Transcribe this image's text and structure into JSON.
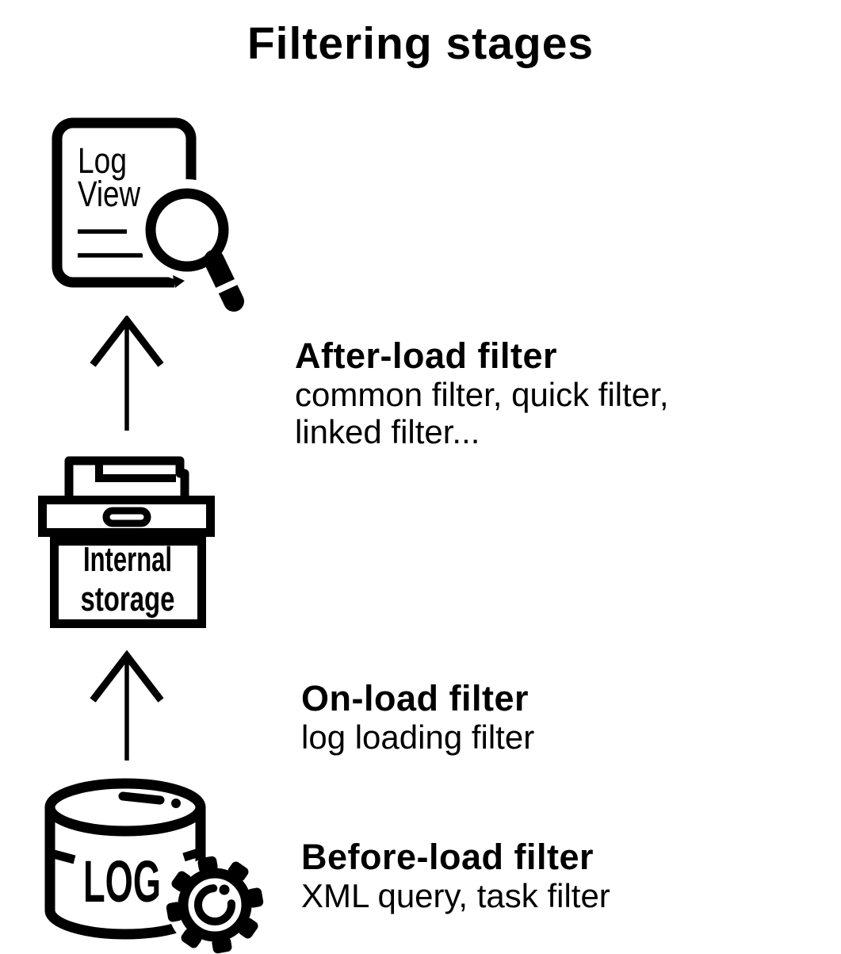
{
  "title": "Filtering stages",
  "flow": {
    "top_icon": {
      "name": "log-view-document",
      "line1": "Log",
      "line2": "View"
    },
    "middle_icon": {
      "name": "internal-storage-box",
      "line1": "Internal",
      "line2": "storage"
    },
    "bottom_icon": {
      "name": "log-database-with-gear",
      "label": "LOG"
    }
  },
  "stages": [
    {
      "id": "after-load",
      "heading": "After-load filter",
      "details": [
        "common filter, quick filter,",
        "linked filter..."
      ]
    },
    {
      "id": "on-load",
      "heading": "On-load filter",
      "details": [
        "log loading filter"
      ]
    },
    {
      "id": "before-load",
      "heading": "Before-load filter",
      "details": [
        "XML query, task filter"
      ]
    }
  ],
  "colors": {
    "ink": "#000000",
    "background": "#ffffff"
  }
}
